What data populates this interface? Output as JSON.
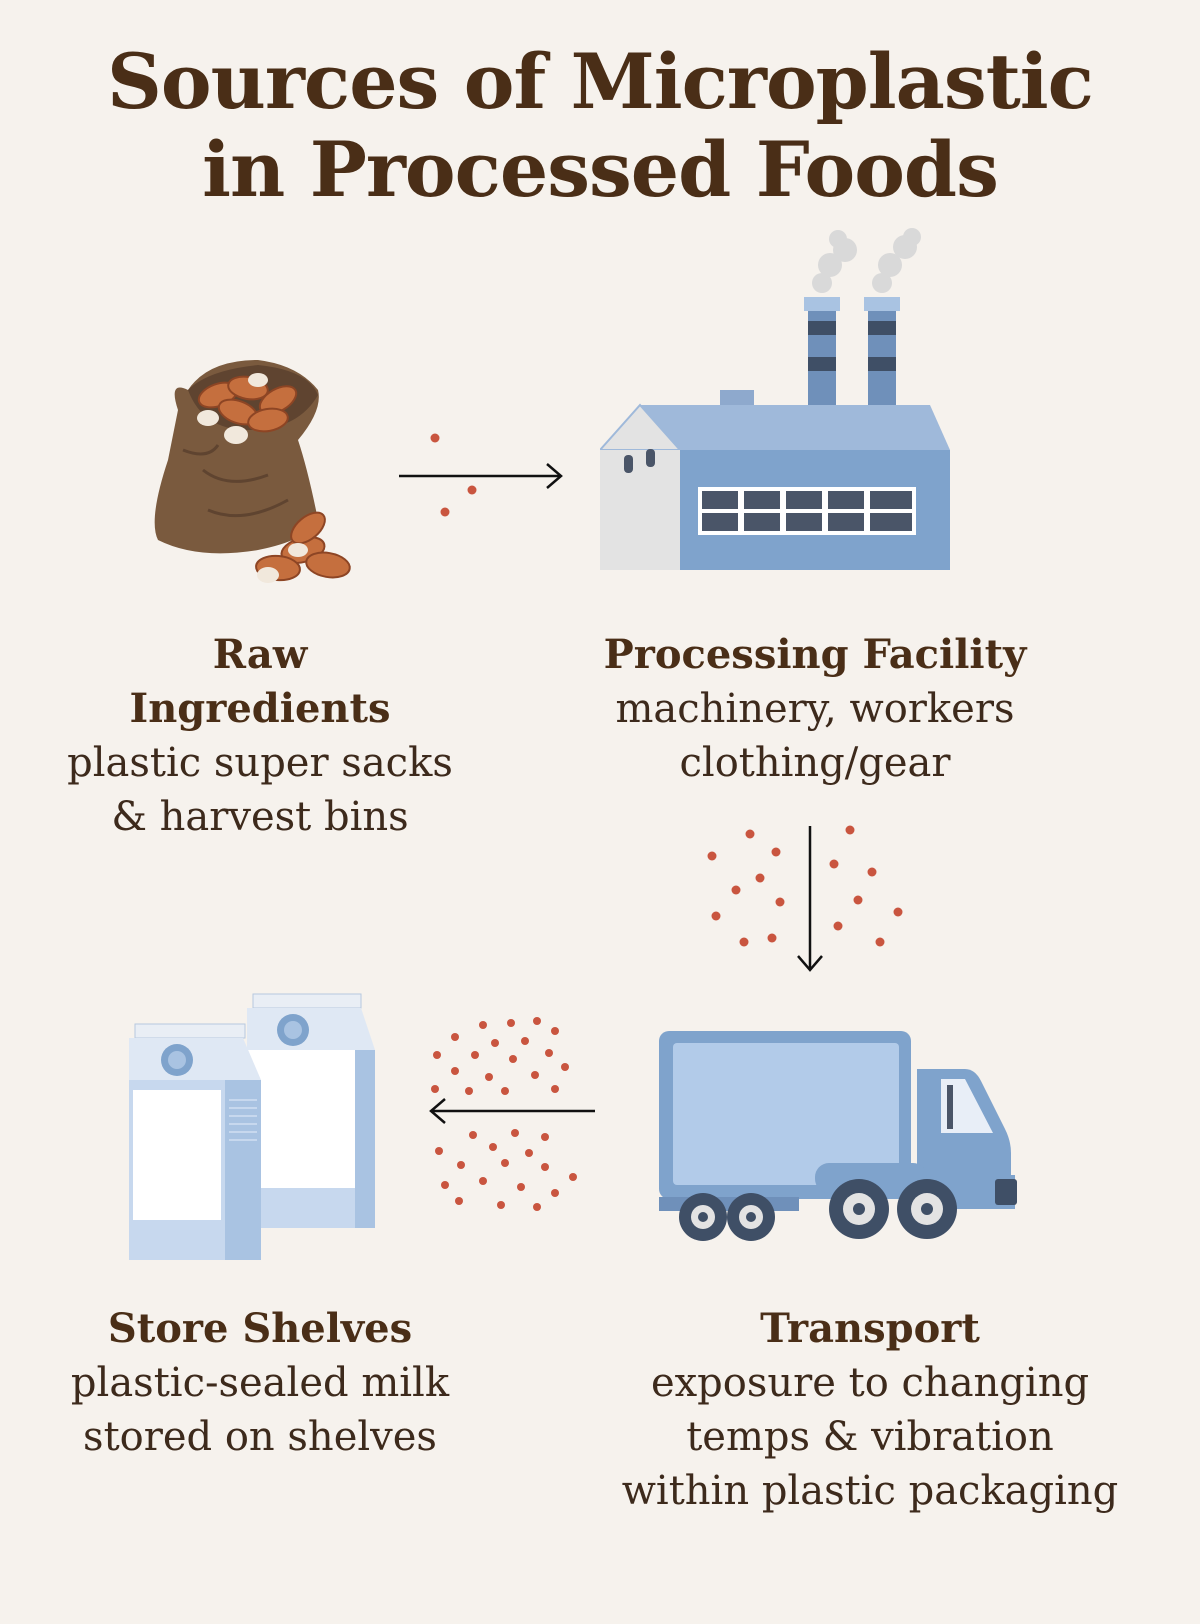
{
  "title": {
    "line1": "Sources of Microplastic",
    "line2": "in  Processed Foods"
  },
  "stages": {
    "raw": {
      "heading_lines": [
        "Raw",
        "Ingredients"
      ],
      "desc_lines": [
        "plastic super sacks",
        "& harvest bins"
      ]
    },
    "processing": {
      "heading_lines": [
        "Processing Facility"
      ],
      "desc_lines": [
        "machinery, workers",
        "clothing/gear"
      ]
    },
    "transport": {
      "heading_lines": [
        "Transport"
      ],
      "desc_lines": [
        "exposure to changing",
        "temps & vibration",
        "within plastic packaging"
      ]
    },
    "store": {
      "heading_lines": [
        "Store Shelves"
      ],
      "desc_lines": [
        "plastic-sealed milk",
        "stored on shelves"
      ]
    }
  },
  "colors": {
    "text": "#4a2e17",
    "background": "#f6f2ed",
    "particle": "#c9553f",
    "accent_blue": "#7fa3cc"
  }
}
